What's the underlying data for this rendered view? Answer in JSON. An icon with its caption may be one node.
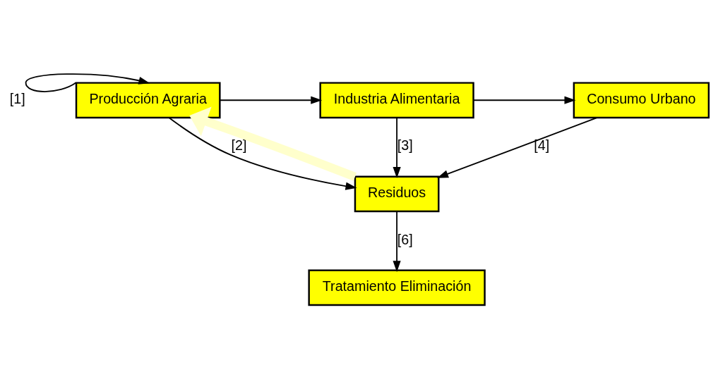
{
  "diagram": {
    "nodes": [
      {
        "text": [
          "Producción Agraria"
        ]
      },
      {
        "text": [
          "Industria Alimentaria"
        ]
      },
      {
        "text": [
          "Consumo Urbano"
        ]
      },
      {
        "text": [
          "Residuos"
        ]
      },
      {
        "text": [
          "Tratamiento Eliminación"
        ]
      }
    ],
    "edges": [
      {
        "from": 0,
        "to": 0,
        "arrow": "to",
        "label": "[1]"
      },
      {
        "from": 0,
        "to": 1,
        "arrow": "to"
      },
      {
        "from": 1,
        "to": 2,
        "arrow": "to"
      },
      {
        "from": 0,
        "to": 3,
        "arrow": "to",
        "label": "[2]"
      },
      {
        "from": 1,
        "to": 3,
        "arrow": "to",
        "label": "[3]"
      },
      {
        "from": 2,
        "to": 3,
        "arrow": "to",
        "label": "[4]"
      },
      {
        "from": 3,
        "to": 4,
        "arrow": "to",
        "label": "[6]"
      },
      {
        "from": 3,
        "to": 0,
        "arrow": "to",
        "style": "thick",
        "color": "#ffffcc"
      }
    ]
  }
}
